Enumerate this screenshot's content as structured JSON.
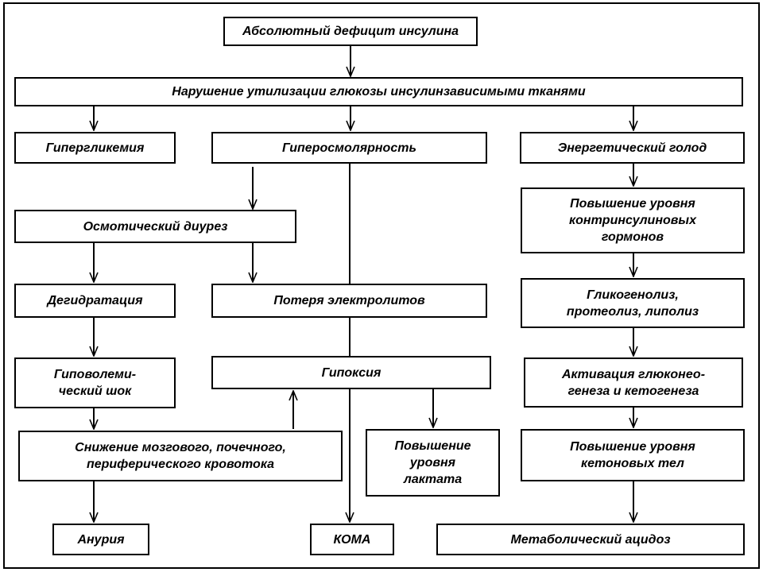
{
  "nodes": {
    "absolute_deficit": "Абсолютный дефицит инсулина",
    "glucose_utilization": "Нарушение утилизации глюкозы инсулинзависимыми тканями",
    "hyperglycemia": "Гипергликемия",
    "hyperosmolarity": "Гиперосмолярность",
    "energy_hunger": "Энергетический голод",
    "osmotic_diuresis": "Осмотический диурез",
    "counterinsular_hormones": "Повышение уровня\nконтринсулиновых\nгормонов",
    "dehydration": "Дегидратация",
    "electrolyte_loss": "Потеря электролитов",
    "glycogenolysis": "Гликогенолиз,\nпротеолиз, липолиз",
    "hypovolemic_shock": "Гиповолеми-\nческий шок",
    "hypoxia": "Гипоксия",
    "gluconeogenesis": "Активация глюконео-\nгенеза и кетогенеза",
    "blood_flow_decrease": "Снижение мозгового, почечного,\nпериферического кровотока",
    "lactate_increase": "Повышение\nуровня\nлактата",
    "ketone_increase": "Повышение уровня\nкетоновых тел",
    "anuria": "Анурия",
    "coma": "КОМА",
    "metabolic_acidosis": "Метаболический ацидоз"
  },
  "edges": [
    [
      "absolute_deficit",
      "glucose_utilization"
    ],
    [
      "glucose_utilization",
      "hyperglycemia"
    ],
    [
      "glucose_utilization",
      "hyperosmolarity"
    ],
    [
      "glucose_utilization",
      "energy_hunger"
    ],
    [
      "hyperosmolarity",
      "osmotic_diuresis"
    ],
    [
      "hyperosmolarity",
      "coma"
    ],
    [
      "osmotic_diuresis",
      "dehydration"
    ],
    [
      "osmotic_diuresis",
      "electrolyte_loss"
    ],
    [
      "dehydration",
      "hypovolemic_shock"
    ],
    [
      "hypovolemic_shock",
      "blood_flow_decrease"
    ],
    [
      "blood_flow_decrease",
      "anuria"
    ],
    [
      "blood_flow_decrease",
      "hypoxia"
    ],
    [
      "hypoxia",
      "lactate_increase"
    ],
    [
      "energy_hunger",
      "counterinsular_hormones"
    ],
    [
      "counterinsular_hormones",
      "glycogenolysis"
    ],
    [
      "glycogenolysis",
      "gluconeogenesis"
    ],
    [
      "gluconeogenesis",
      "ketone_increase"
    ],
    [
      "ketone_increase",
      "metabolic_acidosis"
    ]
  ]
}
